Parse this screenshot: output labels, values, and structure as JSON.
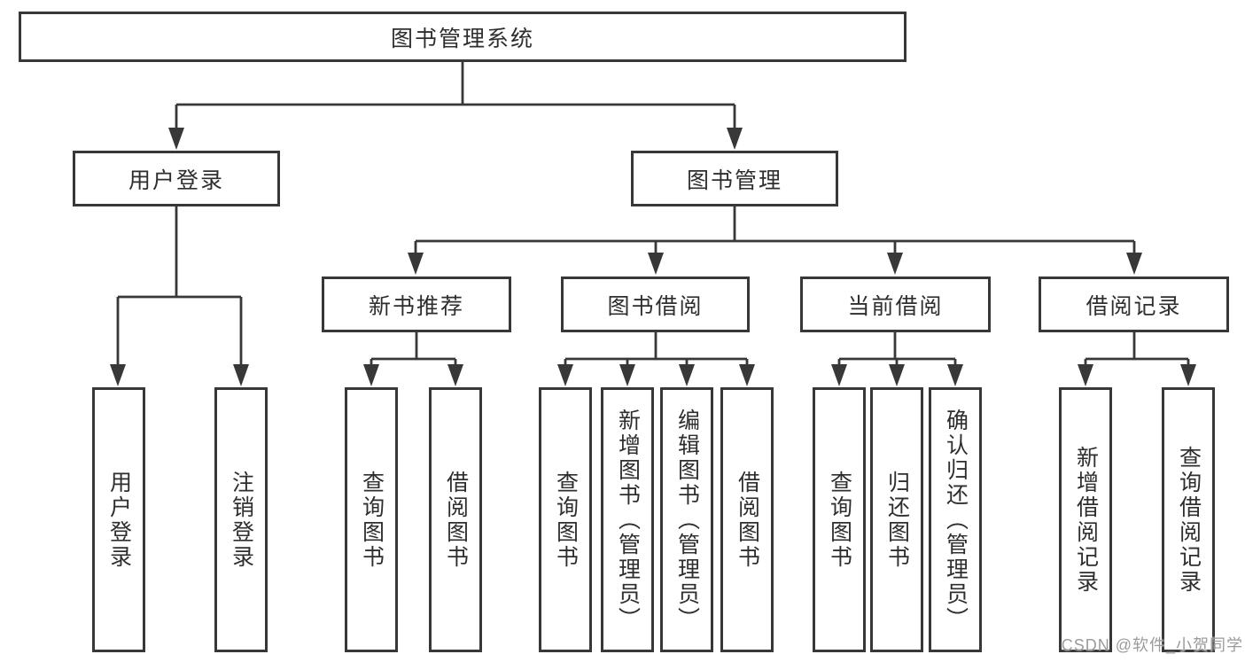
{
  "diagram": {
    "title": "图书管理系统",
    "root": {
      "label": "图书管理系统"
    },
    "children": [
      {
        "label": "用户登录",
        "children": [
          {
            "label": "用户登录"
          },
          {
            "label": "注销登录"
          }
        ]
      },
      {
        "label": "图书管理",
        "children": [
          {
            "label": "新书推荐",
            "children": [
              {
                "label": "查询图书"
              },
              {
                "label": "借阅图书"
              }
            ]
          },
          {
            "label": "图书借阅",
            "children": [
              {
                "label": "查询图书"
              },
              {
                "label": "新增图书（管理员）"
              },
              {
                "label": "编辑图书（管理员）"
              },
              {
                "label": "借阅图书"
              }
            ]
          },
          {
            "label": "当前借阅",
            "children": [
              {
                "label": "查询图书"
              },
              {
                "label": "归还图书"
              },
              {
                "label": "确认归还（管理员）"
              }
            ]
          },
          {
            "label": "借阅记录",
            "children": [
              {
                "label": "新增借阅记录"
              },
              {
                "label": "查询借阅记录"
              }
            ]
          }
        ]
      }
    ]
  },
  "watermark": "CSDN @软件_小贺同学",
  "colors": {
    "line": "#383838",
    "box_border": "#383838",
    "box_fill": "#ffffff",
    "text": "#2e2e2e",
    "watermark": "#9b9b9b"
  }
}
